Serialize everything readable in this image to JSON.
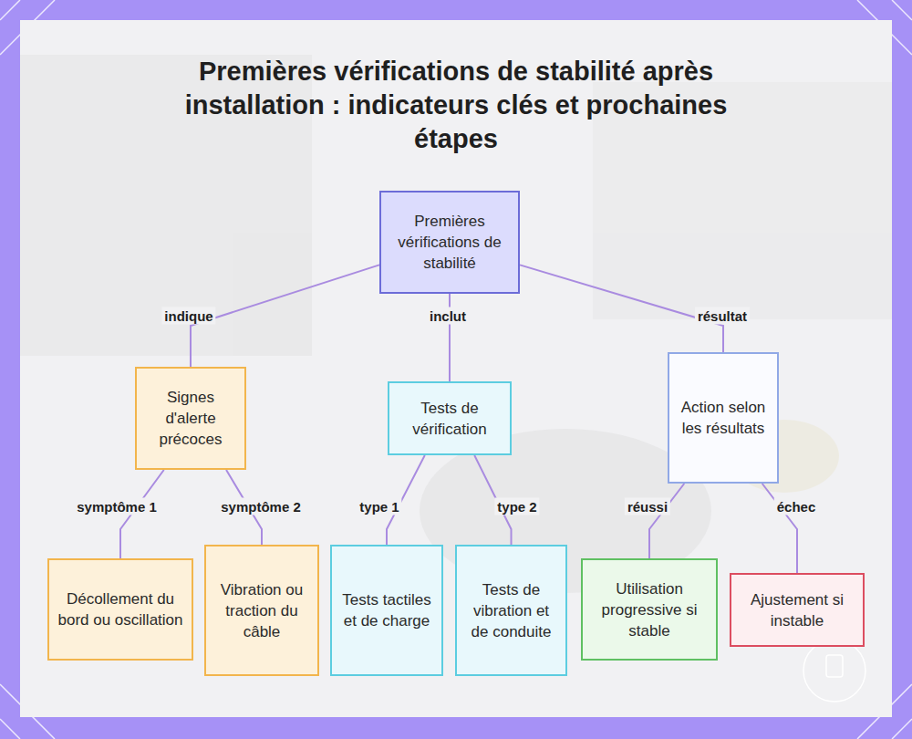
{
  "diagram": {
    "title": "Premières vérifications de stabilité après installation : indicateurs clés et prochaines étapes",
    "nodes": [
      {
        "text": [
          "Premières vérifications de stabilité"
        ]
      },
      {
        "text": [
          "Signes d'alerte précoces"
        ]
      },
      {
        "text": [
          "Tests de vérification"
        ]
      },
      {
        "text": [
          "Action selon les résultats"
        ]
      },
      {
        "text": [
          "Décollement du bord ou oscillation"
        ]
      },
      {
        "text": [
          "Vibration ou traction du câble"
        ]
      },
      {
        "text": [
          "Tests tactiles et de charge"
        ]
      },
      {
        "text": [
          "Tests de vibration et de conduite"
        ]
      },
      {
        "text": [
          "Utilisation progressive si stable"
        ]
      },
      {
        "text": [
          "Ajustement si instable"
        ]
      }
    ],
    "edges": [
      {
        "from": 0,
        "to": 1,
        "label": "indique",
        "arrow": "none"
      },
      {
        "from": 0,
        "to": 2,
        "label": "inclut",
        "arrow": "none"
      },
      {
        "from": 0,
        "to": 3,
        "label": "résultat",
        "arrow": "none"
      },
      {
        "from": 1,
        "to": 4,
        "label": "symptôme 1",
        "arrow": "none"
      },
      {
        "from": 1,
        "to": 5,
        "label": "symptôme 2",
        "arrow": "none"
      },
      {
        "from": 2,
        "to": 6,
        "label": "type 1",
        "arrow": "none"
      },
      {
        "from": 2,
        "to": 7,
        "label": "type 2",
        "arrow": "none"
      },
      {
        "from": 3,
        "to": 8,
        "label": "réussi",
        "arrow": "none"
      },
      {
        "from": 3,
        "to": 9,
        "label": "échec",
        "arrow": "none"
      }
    ]
  }
}
